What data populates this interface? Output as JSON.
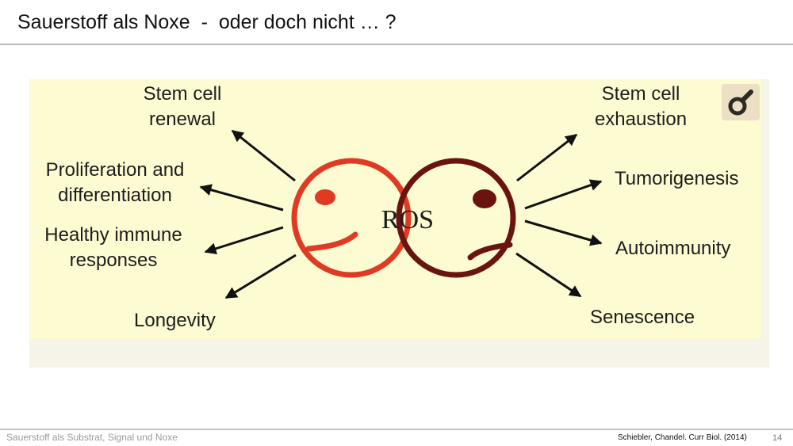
{
  "slide": {
    "title": "Sauerstoff als Noxe  -  oder doch nicht … ?",
    "footer_left": "Sauerstoff als Substrat, Signal und Noxe",
    "citation": "Schiebler, Chandel. Curr Biol. (2014)",
    "page_number": "14"
  },
  "diagram": {
    "center_label": "ROS",
    "left_labels": [
      [
        "Stem cell",
        "renewal"
      ],
      [
        "Proliferation and",
        "differentiation"
      ],
      [
        "Healthy immune",
        "responses"
      ],
      [
        "Longevity"
      ]
    ],
    "right_labels": [
      [
        "Stem cell",
        "exhaustion"
      ],
      [
        "Tumorigenesis"
      ],
      [
        "Autoimmunity"
      ],
      [
        "Senescence"
      ]
    ],
    "colors": {
      "happy_face": "#e03a24",
      "sad_face": "#6a1410",
      "background": "#fcfbd2",
      "arrow": "#111111"
    },
    "logo_icon": "scientific-journal-logo-icon"
  }
}
